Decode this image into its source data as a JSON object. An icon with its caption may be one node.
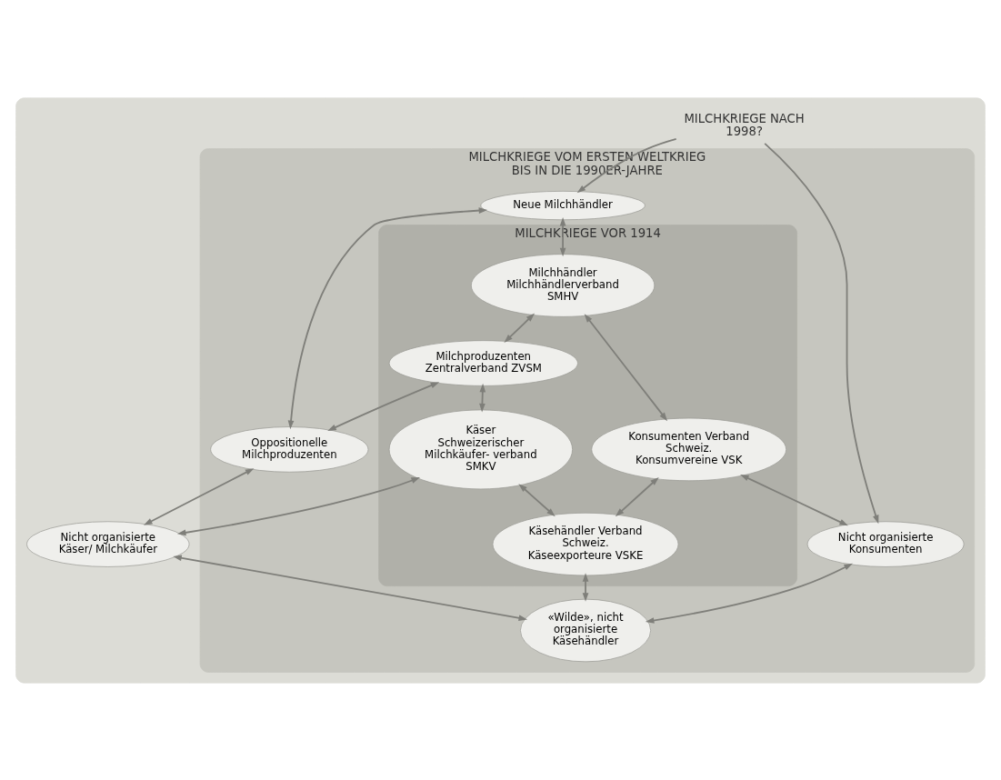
{
  "diagram": {
    "nodes": [
      {
        "text": [],
        "shape": "ellipse"
      },
      {
        "text": [
          "MILCHKRIEGE NACH 1998?"
        ],
        "in": 0
      },
      {
        "text": [
          "MILCHKRIEGE VOM ERSTEN WELTKRIEG BIS IN DIE 1990ER-JAHRE"
        ],
        "in": 0
      },
      {
        "text": [
          "MILCHKRIEGE VOR 1914"
        ],
        "in": 2
      },
      {
        "text": [
          "Milchhändler Milchhändlerverband SMHV"
        ],
        "in": 3
      },
      {
        "text": [
          "Konsumenten Verband Schweiz. Konsumvereine VSK"
        ],
        "in": 3
      },
      {
        "text": [
          "Milchproduzenten Zentralverband ZVSM"
        ],
        "in": 3
      },
      {
        "text": [
          "Käser Schweizerischer Milchkäufer- verband SMKV"
        ],
        "in": 3
      },
      {
        "text": [
          "Käsehändler Verband Schweiz. Käseexporteure VSKE"
        ],
        "in": 3
      },
      {
        "text": [
          "Neue Milchhändler"
        ],
        "in": 2
      },
      {
        "text": [
          "Nicht organisierte Konsumenten"
        ],
        "in": 2
      },
      {
        "text": [
          "Oppositionelle Milchproduzenten"
        ],
        "in": 2
      },
      {
        "text": [
          "«Wilde», nicht organisierte Käsehändler"
        ],
        "in": 2
      },
      {
        "text": [
          "Nicht organisierte Käser/ Milchkäufer"
        ],
        "in": 0
      }
    ],
    "edges": [
      {
        "from": 1,
        "to": 9,
        "arrow": "to"
      },
      {
        "from": 1,
        "to": 10,
        "arrow": "to"
      },
      {
        "from": 4,
        "to": 5,
        "arrow": "both"
      },
      {
        "from": 9,
        "to": 4,
        "arrow": "both"
      },
      {
        "from": 5,
        "to": 10,
        "arrow": "both"
      },
      {
        "from": 4,
        "to": 6,
        "arrow": "both"
      },
      {
        "from": 5,
        "to": 8,
        "arrow": "both"
      },
      {
        "from": 6,
        "to": 11,
        "arrow": "both"
      },
      {
        "from": 6,
        "to": 7,
        "arrow": "both"
      },
      {
        "from": 7,
        "to": 8,
        "arrow": "both"
      },
      {
        "from": 8,
        "to": 12,
        "arrow": "both"
      },
      {
        "from": 7,
        "to": 13,
        "arrow": "both"
      },
      {
        "from": 9,
        "to": 11,
        "arrow": "both"
      },
      {
        "from": 10,
        "to": 12,
        "arrow": "both"
      },
      {
        "from": 11,
        "to": 13,
        "arrow": "both"
      },
      {
        "from": 13,
        "to": 12,
        "arrow": "both"
      }
    ]
  }
}
